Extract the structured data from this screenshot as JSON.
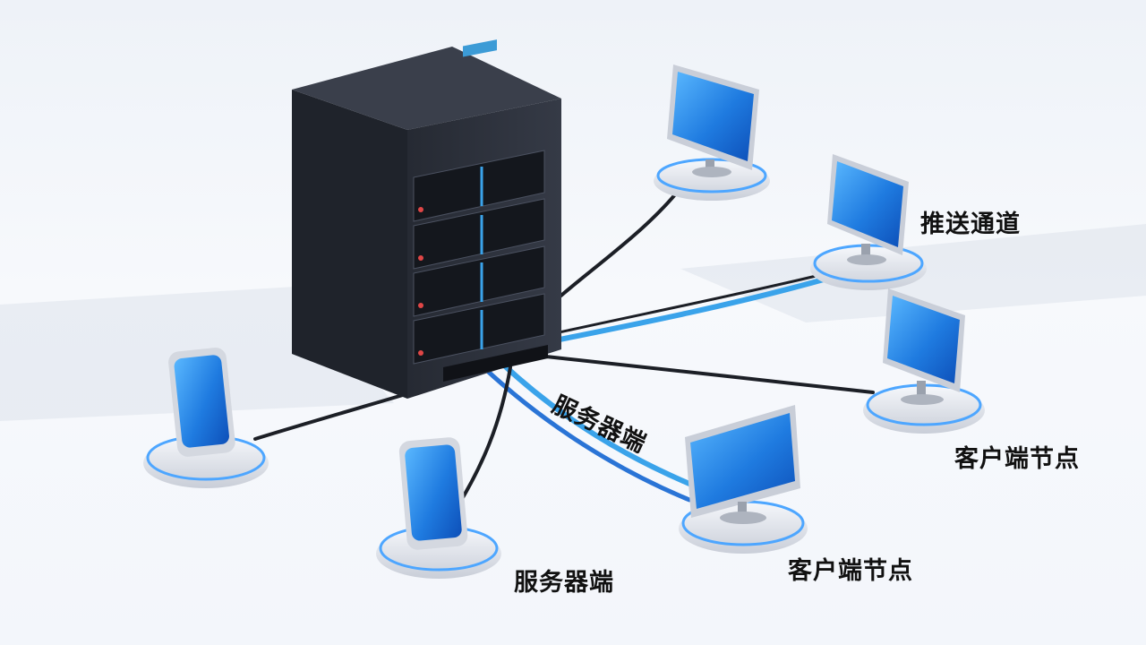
{
  "labels": {
    "push_channel": "推送通道",
    "client_node_1": "客户端节点",
    "client_node_2": "客户端节点",
    "server_1": "服务器端",
    "server_2": "服务器端"
  },
  "colors": {
    "server_body": "#2a2f3a",
    "screen_blue": "#1f7be0",
    "cable_blue": "#3aa3ea",
    "cable_dark": "#1c1f26",
    "pedestal_ring": "#4da6ff"
  },
  "icons": {
    "server": "server-rack-icon",
    "monitor": "monitor-icon",
    "phone": "smartphone-icon"
  }
}
